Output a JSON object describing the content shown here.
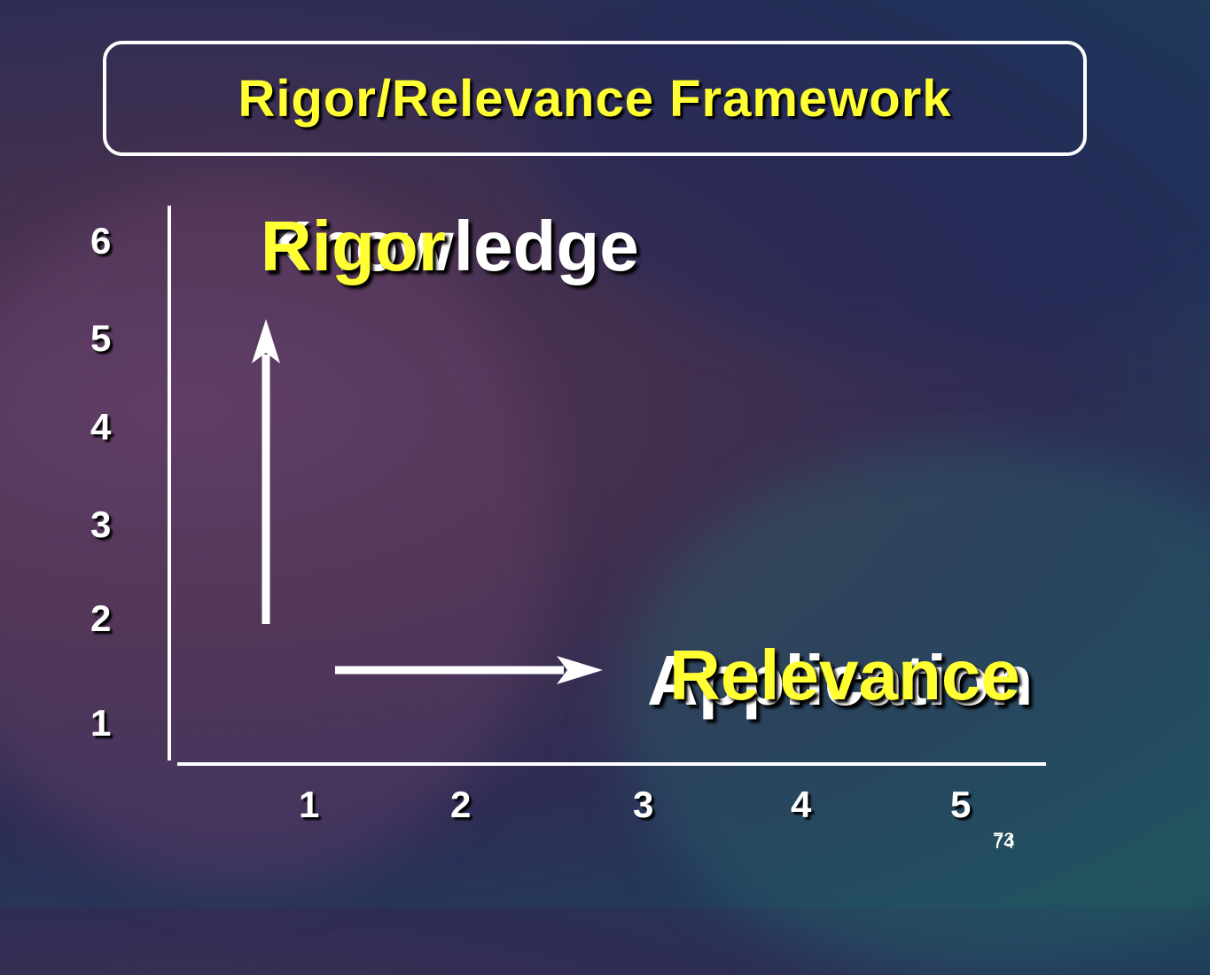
{
  "title": "Rigor/Relevance Framework",
  "y_ticks": [
    "6",
    "5",
    "4",
    "3",
    "2",
    "1"
  ],
  "x_ticks": [
    "1",
    "2",
    "3",
    "4",
    "5"
  ],
  "rigor_ghost": "Knowledge",
  "rigor_label": "Rigor",
  "relevance_ghost": "Application",
  "relevance_label": "Relevance",
  "slide_number_1": "73",
  "slide_number_2": "74",
  "colors": {
    "accent": "#ffff33",
    "text": "#ffffff"
  }
}
